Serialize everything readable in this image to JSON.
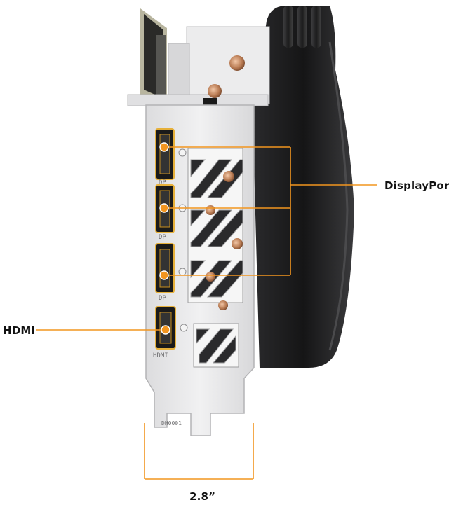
{
  "callouts": {
    "displayport": "DisplayPort",
    "hdmi": "HDMI",
    "bracket_width": "2.8”"
  },
  "bracket_markings": {
    "port_dp_1": "DP",
    "port_dp_2": "DP",
    "port_dp_3": "DP",
    "port_hdmi": "HDMI",
    "part_code": "DH0001"
  },
  "colors": {
    "callout_line": "#f2951f",
    "callout_dot": "#f2951f",
    "bracket": "#e9e9ea",
    "heatsink": "#1f1f21",
    "text": "#111111"
  }
}
